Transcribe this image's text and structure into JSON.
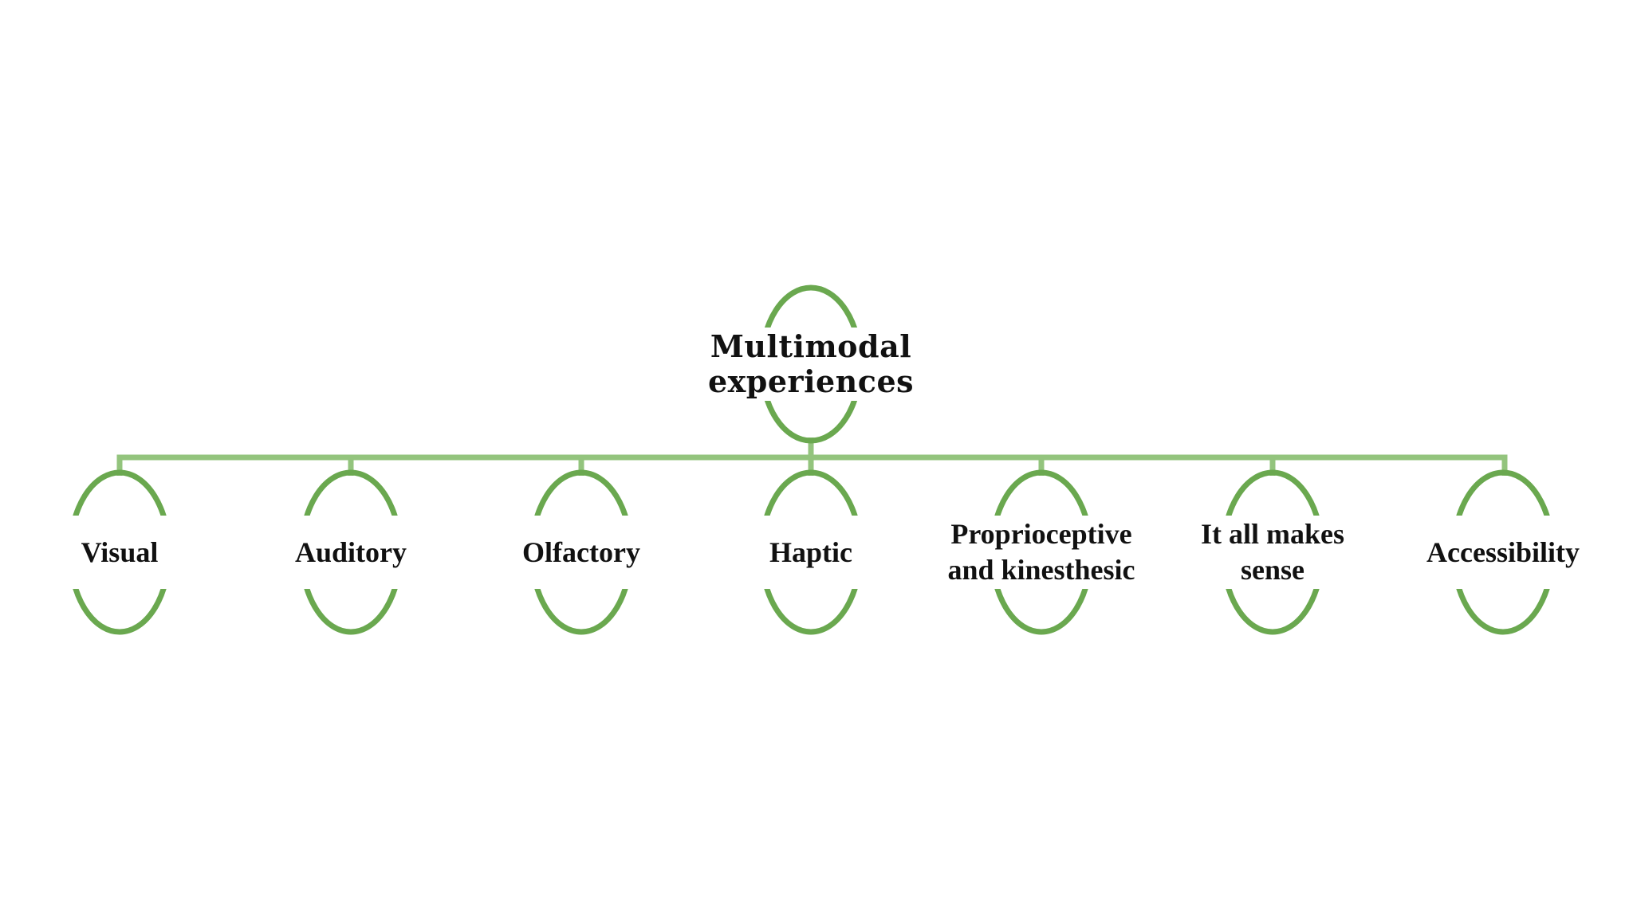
{
  "diagram": {
    "title": "Multimodal experiences tree diagram",
    "type": "tree",
    "colors": {
      "background": "#ffffff",
      "ellipse_stroke": "#6aa84f",
      "connector": "#93c47d",
      "text": "#111111"
    },
    "root": {
      "label": "Multimodal\nexperiences"
    },
    "children": [
      {
        "label": "Visual"
      },
      {
        "label": "Auditory"
      },
      {
        "label": "Olfactory"
      },
      {
        "label": "Haptic"
      },
      {
        "label": "Proprioceptive\nand kinesthesic"
      },
      {
        "label": "It all makes\nsense"
      },
      {
        "label": "Accessibility"
      }
    ]
  }
}
